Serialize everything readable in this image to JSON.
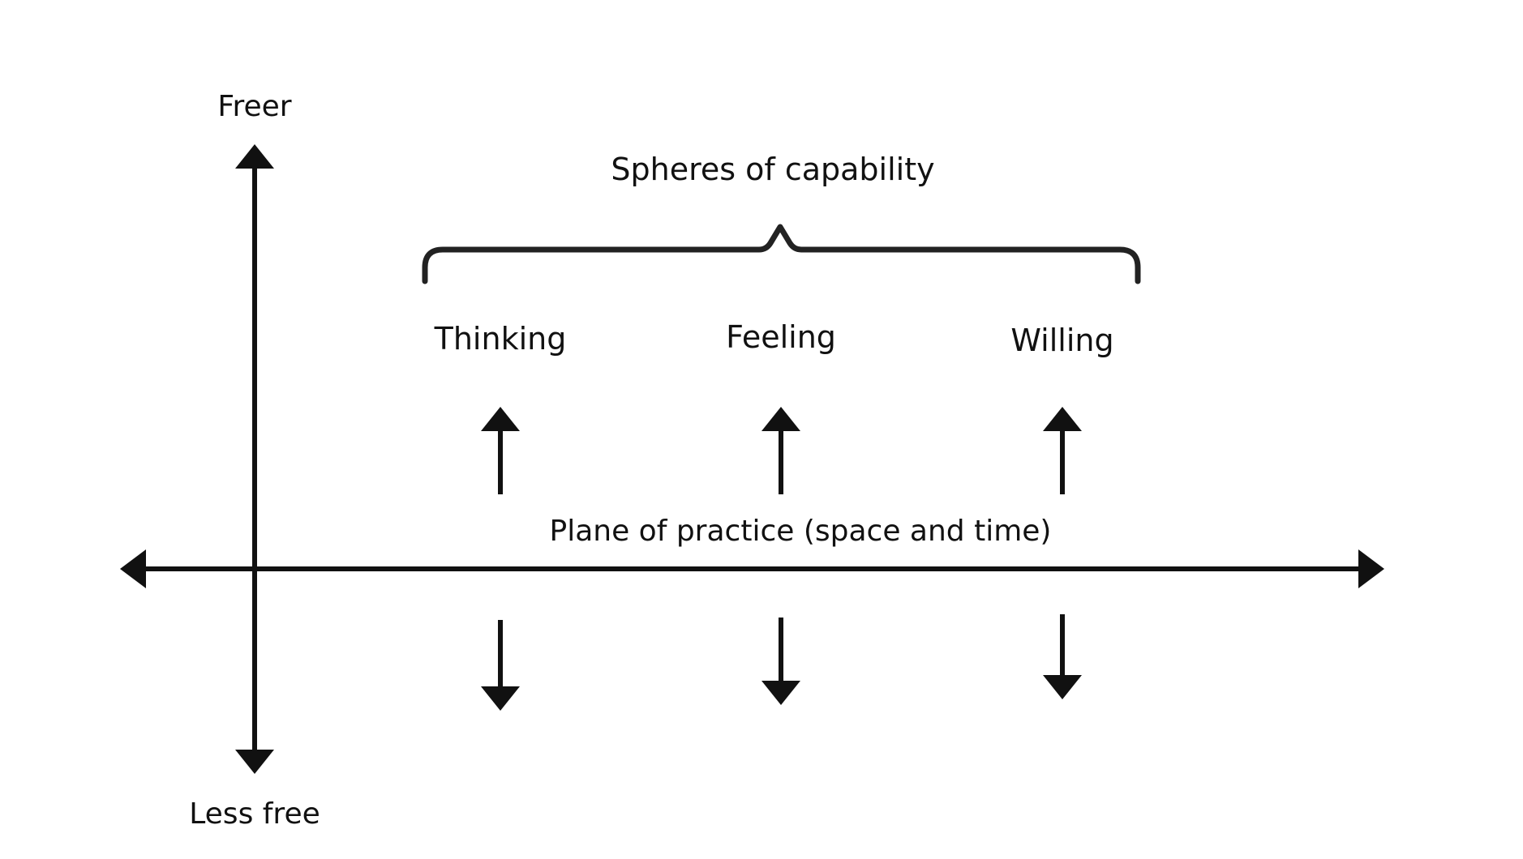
{
  "labels": {
    "top_axis": "Freer",
    "bottom_axis": "Less free",
    "spheres_title": "Spheres of capability",
    "plane": "Plane of practice (space and time)"
  },
  "spheres": [
    {
      "label": "Thinking"
    },
    {
      "label": "Feeling"
    },
    {
      "label": "Willing"
    }
  ],
  "colors": {
    "ink": "#111111",
    "background": "#ffffff"
  }
}
